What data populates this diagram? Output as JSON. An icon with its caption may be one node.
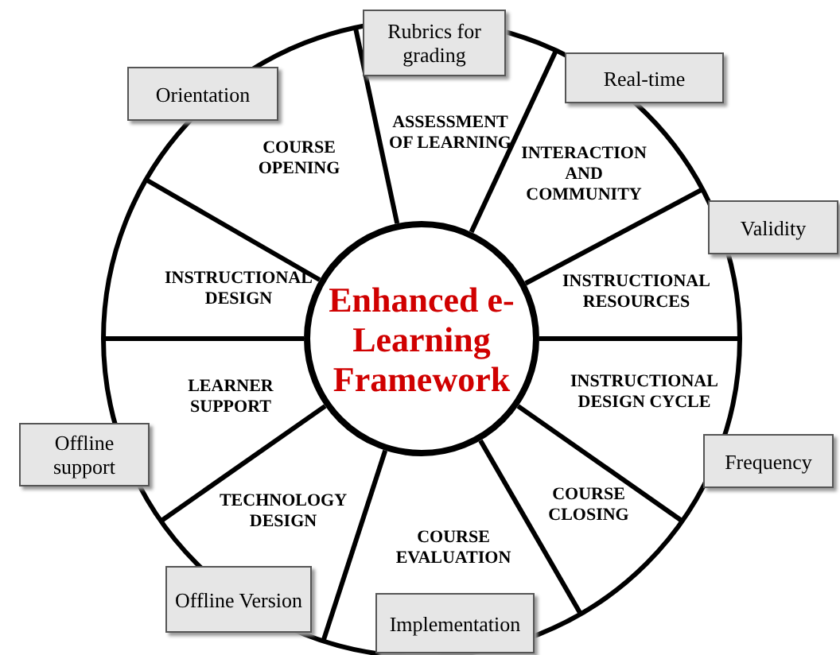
{
  "diagram": {
    "nodes": [
      {
        "text": [
          "Enhanced e-Learning Framework"
        ]
      },
      {
        "text": [
          "ASSESSMENT OF LEARNING"
        ]
      },
      {
        "text": [
          "INTERACTION AND COMMUNITY"
        ]
      },
      {
        "text": [
          "INSTRUCTIONAL RESOURCES"
        ]
      },
      {
        "text": [
          "INSTRUCTIONAL DESIGN CYCLE"
        ]
      },
      {
        "text": [
          "COURSE CLOSING"
        ]
      },
      {
        "text": [
          "COURSE EVALUATION"
        ]
      },
      {
        "text": [
          "TECHNOLOGY DESIGN"
        ]
      },
      {
        "text": [
          "LEARNER SUPPORT"
        ]
      },
      {
        "text": [
          "INSTRUCTIONAL DESIGN"
        ]
      },
      {
        "text": [
          "COURSE OPENING"
        ]
      },
      {
        "text": [
          "Rubrics for grading"
        ]
      },
      {
        "text": [
          "Orientation"
        ]
      },
      {
        "text": [
          "Real-time"
        ]
      },
      {
        "text": [
          "Validity"
        ]
      },
      {
        "text": [
          "Offline support"
        ]
      },
      {
        "text": [
          "Frequency"
        ]
      },
      {
        "text": [
          "Offline Version"
        ]
      },
      {
        "text": [
          "Implementation"
        ]
      }
    ]
  }
}
